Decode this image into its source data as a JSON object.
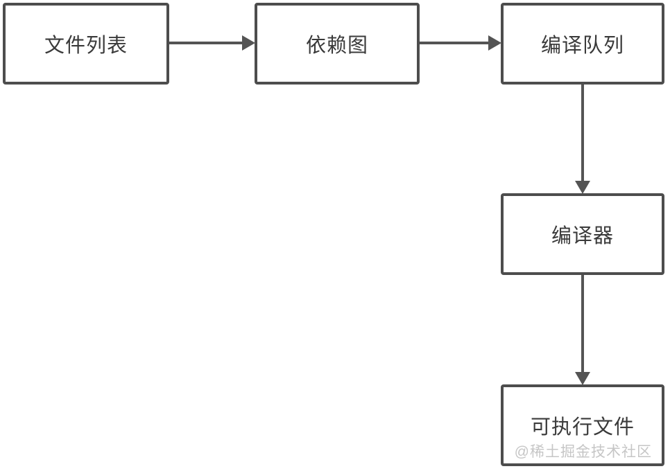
{
  "diagram": {
    "type": "flowchart",
    "nodes": [
      {
        "id": "file-list",
        "label": "文件列表"
      },
      {
        "id": "dependency-graph",
        "label": "依赖图"
      },
      {
        "id": "compile-queue",
        "label": "编译队列"
      },
      {
        "id": "compiler",
        "label": "编译器"
      },
      {
        "id": "executable-file",
        "label": "可执行文件"
      }
    ],
    "edges": [
      {
        "from": "file-list",
        "to": "dependency-graph",
        "direction": "right"
      },
      {
        "from": "dependency-graph",
        "to": "compile-queue",
        "direction": "right"
      },
      {
        "from": "compile-queue",
        "to": "compiler",
        "direction": "down"
      },
      {
        "from": "compiler",
        "to": "executable-file",
        "direction": "down"
      }
    ],
    "watermark": "@稀土掘金技术社区",
    "colors": {
      "background": "#ffffff",
      "node_border": "#4d4d4d",
      "arrow": "#545454",
      "node_text": "#3a3a3a",
      "watermark_text": "#c6c6c6"
    }
  }
}
